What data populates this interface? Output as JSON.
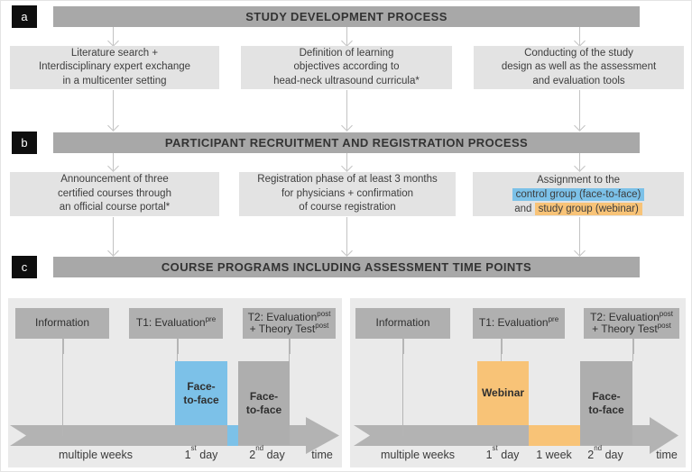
{
  "figure_labels": {
    "a": "a",
    "b": "b",
    "c": "c"
  },
  "section_a": {
    "title": "STUDY DEVELOPMENT PROCESS",
    "boxes": [
      {
        "lines": [
          "Literature search +",
          "Interdisciplinary expert exchange",
          "in a multicenter setting"
        ]
      },
      {
        "lines": [
          "Definition of learning",
          "objectives according to",
          "head-neck ultrasound curricula*"
        ]
      },
      {
        "lines": [
          "Conducting of the study",
          "design as well as the assessment",
          "and evaluation tools"
        ]
      }
    ]
  },
  "section_b": {
    "title": "PARTICIPANT RECRUITMENT AND REGISTRATION PROCESS",
    "boxes": [
      {
        "lines": [
          "Announcement of three",
          "certified courses through",
          "an official course portal*"
        ]
      },
      {
        "lines": [
          "Registration phase of at least 3 months",
          "for physicians + confirmation",
          "of course registration"
        ]
      },
      {
        "line1": "Assignment to the",
        "line2_highlight_blue": "control group (face-to-face)",
        "line3_prefix": "and ",
        "line3_highlight_orange": "study group (webinar)"
      }
    ]
  },
  "section_c": {
    "title": "COURSE PROGRAMS INCLUDING ASSESSMENT TIME POINTS"
  },
  "timeline_left": {
    "info_label": "Information",
    "t1_label": "T1: Evaluation",
    "t1_sup": "pre",
    "t2_line1": "T2: Evaluation",
    "t2_sup1": "post",
    "t2_line2": "+ Theory Test",
    "t2_sup2": "post",
    "course_day1": "Face-\nto-face",
    "course_day2": "Face-\nto-face",
    "axis": [
      {
        "pre": "multiple weeks",
        "sup": "",
        "post": ""
      },
      {
        "pre": "1",
        "sup": "st",
        "post": " day"
      },
      {
        "pre": "2",
        "sup": "nd",
        "post": " day"
      },
      {
        "pre": "time",
        "sup": "",
        "post": ""
      }
    ]
  },
  "timeline_right": {
    "info_label": "Information",
    "t1_label": "T1: Evaluation",
    "t1_sup": "pre",
    "t2_line1": "T2: Evaluation",
    "t2_sup1": "post",
    "t2_line2": "+ Theory Test",
    "t2_sup2": "post",
    "course_day1": "Webinar",
    "gap_label_index": 2,
    "course_day2": "Face-\nto-face",
    "axis": [
      {
        "pre": "multiple weeks",
        "sup": "",
        "post": ""
      },
      {
        "pre": "1",
        "sup": "st",
        "post": " day"
      },
      {
        "pre": "1 week",
        "sup": "",
        "post": ""
      },
      {
        "pre": "2",
        "sup": "nd",
        "post": " day"
      },
      {
        "pre": "time",
        "sup": "",
        "post": ""
      }
    ]
  },
  "colors": {
    "header_bar_gray": "#a8a8a8",
    "light_box_gray": "#e3e3e3",
    "panel_background": "#eaeaea",
    "timeline_gray": "#b3b3b3",
    "course_box_gray": "#aeaeae",
    "control_group_blue": "#7cc1e8",
    "study_group_orange": "#f8c377",
    "label_chip_black": "#0e0e0e",
    "text_dark": "#3a3a3a"
  }
}
